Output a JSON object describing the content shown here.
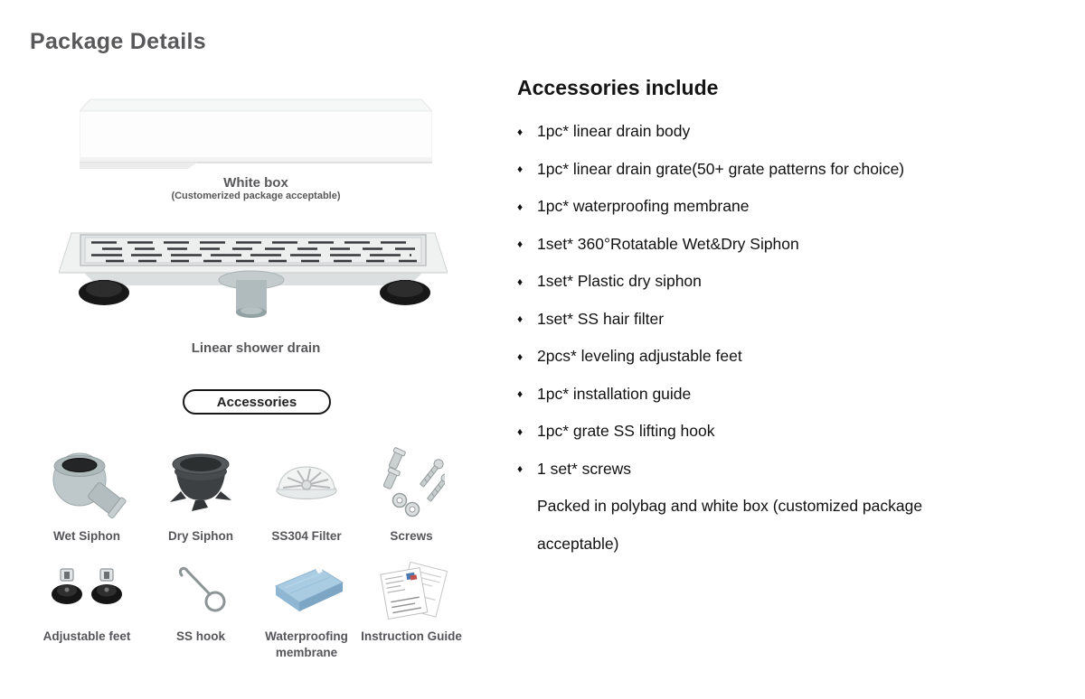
{
  "page": {
    "title": "Package Details"
  },
  "left": {
    "white_box": {
      "caption": "White box",
      "subcaption": "(Customerized package acceptable)"
    },
    "drain": {
      "caption": "Linear shower drain"
    },
    "accessories_button": "Accessories",
    "accessories_grid": [
      {
        "label": "Wet Siphon"
      },
      {
        "label": "Dry Siphon"
      },
      {
        "label": "SS304 Filter"
      },
      {
        "label": "Screws"
      },
      {
        "label": "Adjustable feet"
      },
      {
        "label": "SS hook"
      },
      {
        "label": "Waterproofing membrane"
      },
      {
        "label": "Instruction Guide"
      }
    ]
  },
  "right": {
    "heading": "Accessories include",
    "bullet_char": "♦",
    "items": [
      "1pc* linear drain body",
      "1pc* linear drain grate(50+ grate patterns for choice)",
      "1pc* waterproofing membrane",
      "1set* 360°Rotatable Wet&Dry Siphon",
      "1set* Plastic dry siphon",
      "1set* SS hair filter",
      "2pcs* leveling adjustable feet",
      "1pc* installation guide",
      "1pc* grate SS lifting hook",
      "1 set* screws"
    ],
    "note_lines": [
      "Packed in polybag and white box (customized package",
      "acceptable)"
    ]
  },
  "colors": {
    "title_gray": "#58585a",
    "label_gray": "#56565a",
    "list_black": "#111111",
    "membrane_blue": "#a9cce2",
    "steel_gray": "#e4e7e7"
  }
}
